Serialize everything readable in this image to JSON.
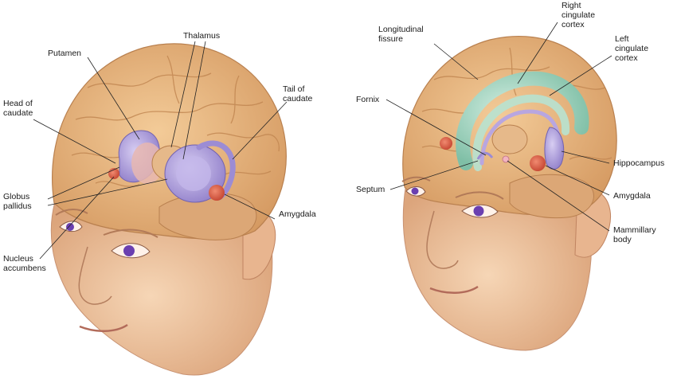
{
  "left_figure": {
    "labels": {
      "putamen": [
        "Putamen"
      ],
      "thalamus": [
        "Thalamus"
      ],
      "head_of_caudate": [
        "Head of",
        "caudate"
      ],
      "tail_of_caudate": [
        "Tail of",
        "caudate"
      ],
      "globus_pallidus": [
        "Globus",
        "pallidus"
      ],
      "amygdala": [
        "Amygdala"
      ],
      "nucleus_accumbens": [
        "Nucleus",
        "accumbens"
      ]
    }
  },
  "right_figure": {
    "labels": {
      "longitudinal_fissure": [
        "Longitudinal",
        "fissure"
      ],
      "right_cingulate_cortex": [
        "Right",
        "cingulate",
        "cortex"
      ],
      "left_cingulate_cortex": [
        "Left",
        "cingulate",
        "cortex"
      ],
      "fornix": [
        "Fornix"
      ],
      "hippocampus": [
        "Hippocampus"
      ],
      "septum": [
        "Septum"
      ],
      "amygdala": [
        "Amygdala"
      ],
      "mammillary_body": [
        "Mammillary",
        "body"
      ]
    }
  },
  "colors": {
    "skin": "#f1c8a3",
    "skin_shadow": "#d9a57f",
    "brain": "#e9b882",
    "brain_groove": "#c98f5c",
    "basal_ganglia": "#a99ad6",
    "cingulate": "#9fd2bd",
    "amygdala": "#d9543f",
    "iris": "#6a3fb0"
  }
}
